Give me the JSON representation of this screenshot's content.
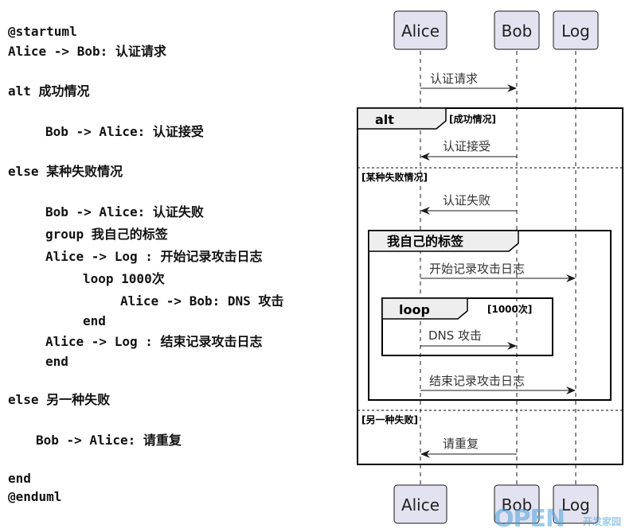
{
  "code": {
    "lines": [
      "@startuml",
      "Alice -> Bob: 认证请求",
      "alt 成功情况",
      "Bob -> Alice: 认证接受",
      "else 某种失败情况",
      "Bob -> Alice: 认证失败",
      "group 我自己的标签",
      "Alice -> Log : 开始记录攻击日志",
      "loop 1000次",
      "Alice -> Bob: DNS 攻击",
      "end",
      "Alice -> Log : 结束记录攻击日志",
      "end",
      "else 另一种失败",
      "Bob -> Alice: 请重复",
      "end",
      "@enduml"
    ]
  },
  "diagram": {
    "participants": [
      "Alice",
      "Bob",
      "Log"
    ],
    "messages": [
      {
        "from": "Alice",
        "to": "Bob",
        "label": "认证请求"
      },
      {
        "from": "Bob",
        "to": "Alice",
        "label": "认证接受"
      },
      {
        "from": "Bob",
        "to": "Alice",
        "label": "认证失败"
      },
      {
        "from": "Alice",
        "to": "Log",
        "label": "开始记录攻击日志"
      },
      {
        "from": "Alice",
        "to": "Bob",
        "label": "DNS 攻击"
      },
      {
        "from": "Alice",
        "to": "Log",
        "label": "结束记录攻击日志"
      },
      {
        "from": "Bob",
        "to": "Alice",
        "label": "请重复"
      }
    ],
    "alt_frame": {
      "keyword": "alt",
      "conditions": [
        "[成功情况]",
        "[某种失败情况]",
        "[另一种失败]"
      ]
    },
    "group_frame": {
      "title": "我自己的标签"
    },
    "loop_frame": {
      "keyword": "loop",
      "condition": "[1000次]"
    },
    "colors": {
      "participant_fill": "#e2e2f0",
      "participant_border": "#181818",
      "frame_header_fill": "#eeeeee"
    }
  },
  "watermark": {
    "brand": "OPEN",
    "sub": "开发家园"
  }
}
